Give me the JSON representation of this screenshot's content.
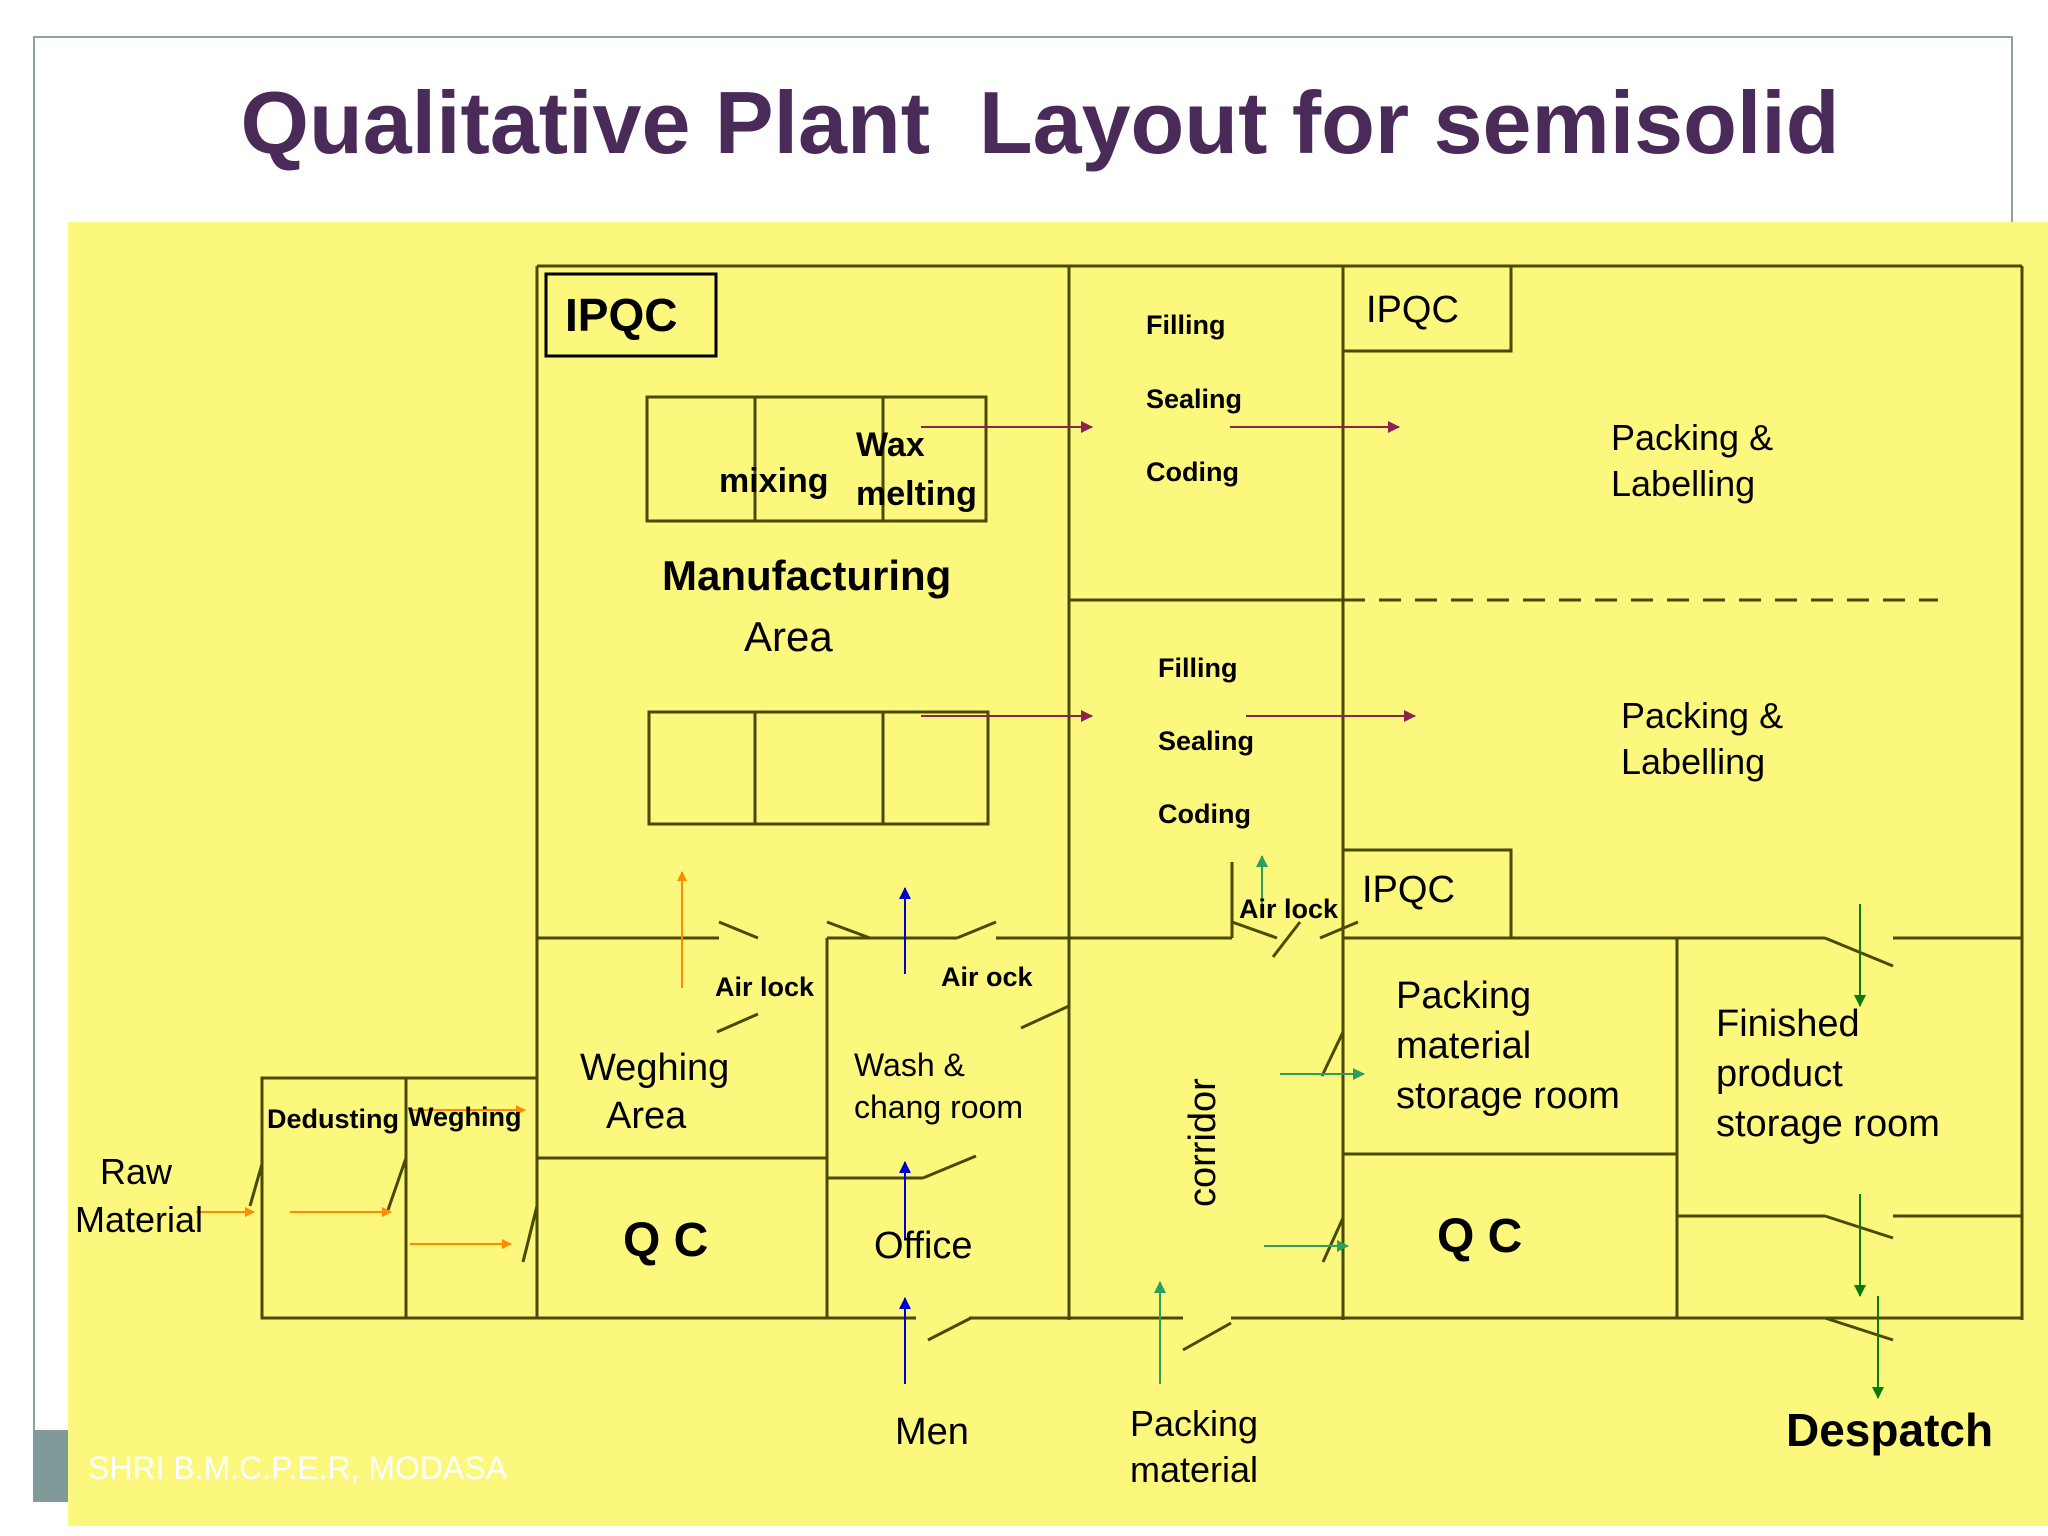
{
  "title": "Qualitative Plant  Layout for semisolid",
  "footer": "SHRI B.M.C.P.E.R, MODASA",
  "labels": {
    "ipqc_main": "IPQC",
    "wax": "Wax",
    "melting": "melting",
    "mixing": "mixing",
    "manufacturing": "Manufacturing",
    "area": "Area",
    "filling": "Filling",
    "sealing": "Sealing",
    "coding": "Coding",
    "ipqc": "IPQC",
    "packing_labelling_1": "Packing &",
    "packing_labelling_2": "Labelling",
    "air_lock": "Air lock",
    "air_ock": "Air  ock",
    "air_lock_small": "Air lock",
    "weighing_area_1": "Weghing",
    "weighing_area_2": "Area",
    "wash_1": "Wash &",
    "wash_2": "chang room",
    "corridor": "corridor",
    "pm_store_1": "Packing",
    "pm_store_2": "material",
    "pm_store_3": "storage room",
    "fp_store_1": "Finished",
    "fp_store_2": "product",
    "fp_store_3": "storage room",
    "dedusting": "Dedusting",
    "weghing_small": "Weghing",
    "raw_1": "Raw",
    "raw_2": "Material",
    "qc": "Q C",
    "office": "Office",
    "men": "Men",
    "packing_mat_1": "Packing",
    "packing_mat_2": "material",
    "despatch": "Despatch"
  },
  "colors": {
    "background": "#fcf87e",
    "walls": "#4a4a00",
    "raw_material_flow": "#ff8c00",
    "men_flow": "#0000cc",
    "packing_material_flow": "#2e9e5e",
    "product_flow": "#8b2252",
    "despatch_flow": "#0a7a0a",
    "title": "#4a2a58"
  }
}
